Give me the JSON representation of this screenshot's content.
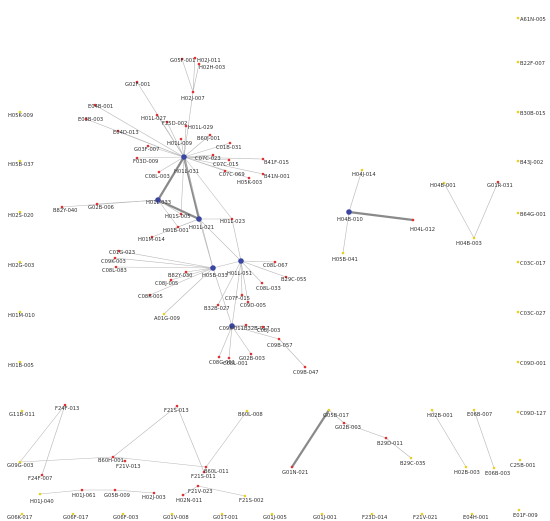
{
  "graph": {
    "colors": {
      "edge": "#b8b8b8",
      "edge_heavy": "#8a8a8a",
      "hub": "#3a46a0",
      "red": "#e03030",
      "yellow": "#e8d020",
      "label": "#333333"
    },
    "nodes": [
      {
        "id": "A61N-005",
        "c": "yellow"
      },
      {
        "id": "B22F-007",
        "c": "yellow"
      },
      {
        "id": "B30B-015",
        "c": "yellow"
      },
      {
        "id": "B43J-002",
        "c": "yellow"
      },
      {
        "id": "B64G-001",
        "c": "yellow"
      },
      {
        "id": "C03C-017",
        "c": "yellow"
      },
      {
        "id": "C03C-027",
        "c": "yellow"
      },
      {
        "id": "C09D-001",
        "c": "yellow"
      },
      {
        "id": "C09D-127",
        "c": "yellow"
      },
      {
        "id": "C25B-001",
        "c": "yellow"
      },
      {
        "id": "E01F-009",
        "c": "yellow"
      },
      {
        "id": "H05K-009",
        "c": "yellow"
      },
      {
        "id": "H05B-037",
        "c": "yellow"
      },
      {
        "id": "H02S-020",
        "c": "yellow"
      },
      {
        "id": "H02G-003",
        "c": "yellow"
      },
      {
        "id": "H01M-010",
        "c": "yellow"
      },
      {
        "id": "H01B-005",
        "c": "yellow"
      },
      {
        "id": "G11B-011",
        "c": "yellow"
      },
      {
        "id": "G06K-017",
        "c": "yellow"
      },
      {
        "id": "G06F-017",
        "c": "yellow"
      },
      {
        "id": "G06F-003",
        "c": "yellow"
      },
      {
        "id": "G01V-008",
        "c": "yellow"
      },
      {
        "id": "G01T-001",
        "c": "yellow"
      },
      {
        "id": "G01J-005",
        "c": "yellow"
      },
      {
        "id": "G01J-001",
        "c": "yellow"
      },
      {
        "id": "F23D-014",
        "c": "yellow"
      },
      {
        "id": "F21V-021",
        "c": "yellow"
      },
      {
        "id": "E04H-001",
        "c": "yellow"
      },
      {
        "id": "G05F-001",
        "c": "red"
      },
      {
        "id": "H02J-011",
        "c": "red"
      },
      {
        "id": "H02H-003",
        "c": "red"
      },
      {
        "id": "G02F-001",
        "c": "red"
      },
      {
        "id": "H02J-007",
        "c": "red"
      },
      {
        "id": "E04B-001",
        "c": "red"
      },
      {
        "id": "E03B-003",
        "c": "red"
      },
      {
        "id": "E04D-013",
        "c": "red"
      },
      {
        "id": "H01L-027",
        "c": "red"
      },
      {
        "id": "F25D-002",
        "c": "red"
      },
      {
        "id": "H01L-029",
        "c": "red"
      },
      {
        "id": "H01L-009",
        "c": "red"
      },
      {
        "id": "B60J-001",
        "c": "red"
      },
      {
        "id": "C01B-031",
        "c": "red"
      },
      {
        "id": "G03F-007",
        "c": "red"
      },
      {
        "id": "F03D-009",
        "c": "red"
      },
      {
        "id": "H01L-031",
        "c": "hub"
      },
      {
        "id": "C07C-023",
        "c": "red"
      },
      {
        "id": "C07C-015",
        "c": "red"
      },
      {
        "id": "C07C-069",
        "c": "red"
      },
      {
        "id": "C08L-003",
        "c": "red"
      },
      {
        "id": "H05K-003",
        "c": "red"
      },
      {
        "id": "B41F-015",
        "c": "red"
      },
      {
        "id": "B41N-001",
        "c": "red"
      },
      {
        "id": "B82Y-040",
        "c": "red"
      },
      {
        "id": "G02B-006",
        "c": "red"
      },
      {
        "id": "H01L-033",
        "c": "hub"
      },
      {
        "id": "H01S-005",
        "c": "red"
      },
      {
        "id": "H01L-021",
        "c": "hub"
      },
      {
        "id": "H01L-023",
        "c": "red"
      },
      {
        "id": "H01B-001",
        "c": "red"
      },
      {
        "id": "H01M-014",
        "c": "red"
      },
      {
        "id": "C01G-023",
        "c": "red"
      },
      {
        "id": "C09K-003",
        "c": "red"
      },
      {
        "id": "C08L-083",
        "c": "red"
      },
      {
        "id": "B82Y-030",
        "c": "red"
      },
      {
        "id": "C08J-005",
        "c": "red"
      },
      {
        "id": "C08K-005",
        "c": "red"
      },
      {
        "id": "H05B-033",
        "c": "hub"
      },
      {
        "id": "H01L-051",
        "c": "hub"
      },
      {
        "id": "C08L-067",
        "c": "red"
      },
      {
        "id": "B29C-055",
        "c": "red"
      },
      {
        "id": "C08L-033",
        "c": "red"
      },
      {
        "id": "C07F-015",
        "c": "red"
      },
      {
        "id": "C09D-005",
        "c": "red"
      },
      {
        "id": "B32B-027",
        "c": "red"
      },
      {
        "id": "A01G-009",
        "c": "yellow"
      },
      {
        "id": "C09K-011",
        "c": "hub"
      },
      {
        "id": "B32B-017",
        "c": "red"
      },
      {
        "id": "C08J-003",
        "c": "red"
      },
      {
        "id": "C09B-057",
        "c": "red"
      },
      {
        "id": "C09B-047",
        "c": "red"
      },
      {
        "id": "C08G-061",
        "c": "red"
      },
      {
        "id": "C08L-001",
        "c": "red"
      },
      {
        "id": "G02B-003",
        "c": "red"
      },
      {
        "id": "H04J-014",
        "c": "yellow"
      },
      {
        "id": "H04B-010",
        "c": "hub"
      },
      {
        "id": "H04L-012",
        "c": "red"
      },
      {
        "id": "H05B-041",
        "c": "yellow"
      },
      {
        "id": "H04B-001",
        "c": "yellow"
      },
      {
        "id": "G01R-031",
        "c": "red"
      },
      {
        "id": "H04B-003",
        "c": "yellow"
      },
      {
        "id": "F24F-013",
        "c": "red"
      },
      {
        "id": "G09G-003",
        "c": "yellow"
      },
      {
        "id": "F24F-007",
        "c": "red"
      },
      {
        "id": "B60H-001",
        "c": "red"
      },
      {
        "id": "F21V-013",
        "c": "red"
      },
      {
        "id": "F21S-013",
        "c": "red"
      },
      {
        "id": "F21S-011",
        "c": "red"
      },
      {
        "id": "B60L-011",
        "c": "red"
      },
      {
        "id": "B60L-008",
        "c": "yellow"
      },
      {
        "id": "G05B-017",
        "c": "yellow"
      },
      {
        "id": "G02B-003b",
        "label": "G02B-003",
        "c": "red"
      },
      {
        "id": "B29D-011",
        "c": "red"
      },
      {
        "id": "B29C-035",
        "c": "yellow"
      },
      {
        "id": "G01N-021",
        "c": "red"
      },
      {
        "id": "H02B-001",
        "c": "yellow"
      },
      {
        "id": "E06B-007",
        "c": "yellow"
      },
      {
        "id": "H02B-003",
        "c": "yellow"
      },
      {
        "id": "E06B-003",
        "c": "yellow"
      },
      {
        "id": "H01J-040",
        "c": "yellow"
      },
      {
        "id": "H01J-061",
        "c": "red"
      },
      {
        "id": "G05B-009",
        "c": "red"
      },
      {
        "id": "H02J-003",
        "c": "red"
      },
      {
        "id": "F21V-023",
        "c": "red"
      },
      {
        "id": "H02N-011",
        "c": "red"
      },
      {
        "id": "F21S-002",
        "c": "yellow"
      }
    ],
    "edges": [
      [
        "G05F-001",
        "H02J-007"
      ],
      [
        "H02J-011",
        "H02J-007"
      ],
      [
        "H02H-003",
        "H02J-007"
      ],
      [
        "G02F-001",
        "H01L-031"
      ],
      [
        "H02J-007",
        "H01L-031"
      ],
      [
        "E04B-001",
        "H01L-031"
      ],
      [
        "E03B-003",
        "H01L-031"
      ],
      [
        "E04D-013",
        "H01L-031"
      ],
      [
        "H01L-027",
        "H01L-031"
      ],
      [
        "F25D-002",
        "H01L-031"
      ],
      [
        "H01L-029",
        "H01L-031"
      ],
      [
        "H01L-009",
        "H01L-031"
      ],
      [
        "B60J-001",
        "H01L-031"
      ],
      [
        "C01B-031",
        "H01L-031"
      ],
      [
        "G03F-007",
        "H01L-031"
      ],
      [
        "F03D-009",
        "H01L-031"
      ],
      [
        "C07C-023",
        "H01L-031"
      ],
      [
        "C07C-015",
        "H01L-031"
      ],
      [
        "C07C-069",
        "H01L-031"
      ],
      [
        "C08L-003",
        "H01L-031"
      ],
      [
        "H05K-003",
        "H01L-031"
      ],
      [
        "B41F-015",
        "H01L-031"
      ],
      [
        "B41N-001",
        "H01L-031"
      ],
      [
        "H01L-031",
        "H01L-033",
        "heavy"
      ],
      [
        "H01L-031",
        "H01L-021",
        "heavy"
      ],
      [
        "H01L-031",
        "H01L-023"
      ],
      [
        "H01L-031",
        "H05B-033"
      ],
      [
        "H01L-031",
        "H01S-005"
      ],
      [
        "B82Y-040",
        "H01L-033"
      ],
      [
        "G02B-006",
        "H01L-033"
      ],
      [
        "H01L-033",
        "H01L-021",
        "heavy"
      ],
      [
        "H01L-033",
        "H01S-005"
      ],
      [
        "H01L-033",
        "H01B-001"
      ],
      [
        "H01L-021",
        "H01L-023"
      ],
      [
        "H01L-021",
        "H01B-001"
      ],
      [
        "H01L-021",
        "H01M-014"
      ],
      [
        "H01L-021",
        "H05B-033"
      ],
      [
        "H01L-023",
        "H01L-051"
      ],
      [
        "H01L-021",
        "H01L-051"
      ],
      [
        "C01G-023",
        "H05B-033"
      ],
      [
        "C09K-003",
        "H05B-033"
      ],
      [
        "C08L-083",
        "H05B-033"
      ],
      [
        "B82Y-030",
        "H05B-033"
      ],
      [
        "C08J-005",
        "H05B-033"
      ],
      [
        "C08K-005",
        "H05B-033"
      ],
      [
        "H05B-033",
        "H01L-051"
      ],
      [
        "H05B-033",
        "C09K-011"
      ],
      [
        "H01L-051",
        "C08L-067"
      ],
      [
        "H01L-051",
        "B29C-055"
      ],
      [
        "H01L-051",
        "C08L-033"
      ],
      [
        "H01L-051",
        "C07F-015"
      ],
      [
        "H01L-051",
        "C09D-005"
      ],
      [
        "H01L-051",
        "B32B-027"
      ],
      [
        "H01L-051",
        "C09K-011"
      ],
      [
        "A01G-009",
        "H05B-033"
      ],
      [
        "C09K-011",
        "B32B-017"
      ],
      [
        "C09K-011",
        "C08J-003"
      ],
      [
        "C09K-011",
        "C09B-057"
      ],
      [
        "C09K-011",
        "C08G-061"
      ],
      [
        "C09K-011",
        "C08L-001"
      ],
      [
        "C09K-011",
        "G02B-003"
      ],
      [
        "C09B-057",
        "C09B-047"
      ],
      [
        "H04J-014",
        "H04B-010"
      ],
      [
        "H04B-010",
        "H04L-012",
        "heavy"
      ],
      [
        "H04B-010",
        "H05B-041"
      ],
      [
        "H04B-001",
        "H04B-003"
      ],
      [
        "G01R-031",
        "H04B-003"
      ],
      [
        "F24F-013",
        "G09G-003"
      ],
      [
        "F24F-013",
        "F24F-007"
      ],
      [
        "G09G-003",
        "B60H-001"
      ],
      [
        "B60H-001",
        "F21V-013"
      ],
      [
        "B60H-001",
        "F21S-013"
      ],
      [
        "F21S-013",
        "F21S-011"
      ],
      [
        "F21S-011",
        "B60L-011"
      ],
      [
        "B60L-011",
        "B60L-008"
      ],
      [
        "B60H-001",
        "B60L-011"
      ],
      [
        "G05B-017",
        "G02B-003b"
      ],
      [
        "G05B-017",
        "G01N-021",
        "heavy"
      ],
      [
        "G02B-003b",
        "B29D-011"
      ],
      [
        "B29D-011",
        "B29C-035"
      ],
      [
        "H02B-001",
        "H02B-003"
      ],
      [
        "E06B-007",
        "E06B-003"
      ],
      [
        "H01J-040",
        "H01J-061"
      ],
      [
        "H01J-061",
        "G05B-009"
      ],
      [
        "G05B-009",
        "H02J-003"
      ],
      [
        "F21V-023",
        "H02N-011"
      ],
      [
        "F21V-023",
        "F21S-002"
      ]
    ]
  }
}
